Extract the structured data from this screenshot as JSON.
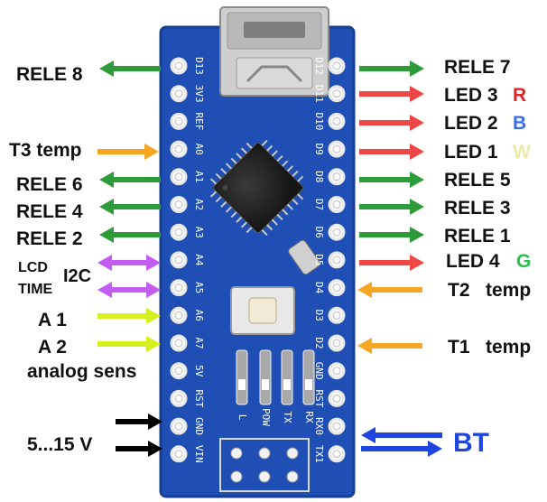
{
  "colors": {
    "board": "#1f4fb4",
    "board_edge": "#173f94",
    "pin_ring": "#e8e8e8",
    "relay_arrow": "#2e9b3a",
    "led_arrow": "#f04646",
    "temp_arrow": "#f5a623",
    "i2c_arrow": "#c25cf2",
    "analog_arrow": "#d6f01e",
    "power_arrow": "#000000",
    "bt_arrow": "#1f45e0",
    "bt_text": "#1f45e0",
    "red_letter": "#e02424",
    "blue_letter": "#3a6ee8",
    "white_letter": "#efe9a8",
    "green_letter": "#28c048"
  },
  "board": {
    "left_pins": [
      "D13",
      "3V3",
      "REF",
      "A0",
      "A1",
      "A2",
      "A3",
      "A4",
      "A5",
      "A6",
      "A7",
      "5V",
      "RST",
      "GND",
      "VIN"
    ],
    "right_pins": [
      "D12",
      "D11",
      "D10",
      "D9",
      "D8",
      "D7",
      "D6",
      "D5",
      "D4",
      "D3",
      "D2",
      "GND",
      "RST",
      "RX0",
      "TX1"
    ],
    "led_labels": [
      "L",
      "POW",
      "TX",
      "RX"
    ]
  },
  "left_labels": {
    "rele8": "RELE 8",
    "t3": "T3 temp",
    "rele6": "RELE 6",
    "rele4": "RELE 4",
    "rele2": "RELE 2",
    "lcd": "LCD",
    "time": "TIME",
    "i2c": "I2C",
    "a1": "A 1",
    "a2": "A 2",
    "analog": "analog sens",
    "power": "5...15 V"
  },
  "right_labels": {
    "rele7": "RELE 7",
    "led3": "LED 3",
    "led3_letter": "R",
    "led2": "LED 2",
    "led2_letter": "B",
    "led1": "LED 1",
    "led1_letter": "W",
    "rele5": "RELE 5",
    "rele3": "RELE 3",
    "rele1": "RELE 1",
    "led4": "LED 4",
    "led4_letter": "G",
    "t2": "T2   temp",
    "t1": "T1   temp",
    "bt": "BT"
  }
}
